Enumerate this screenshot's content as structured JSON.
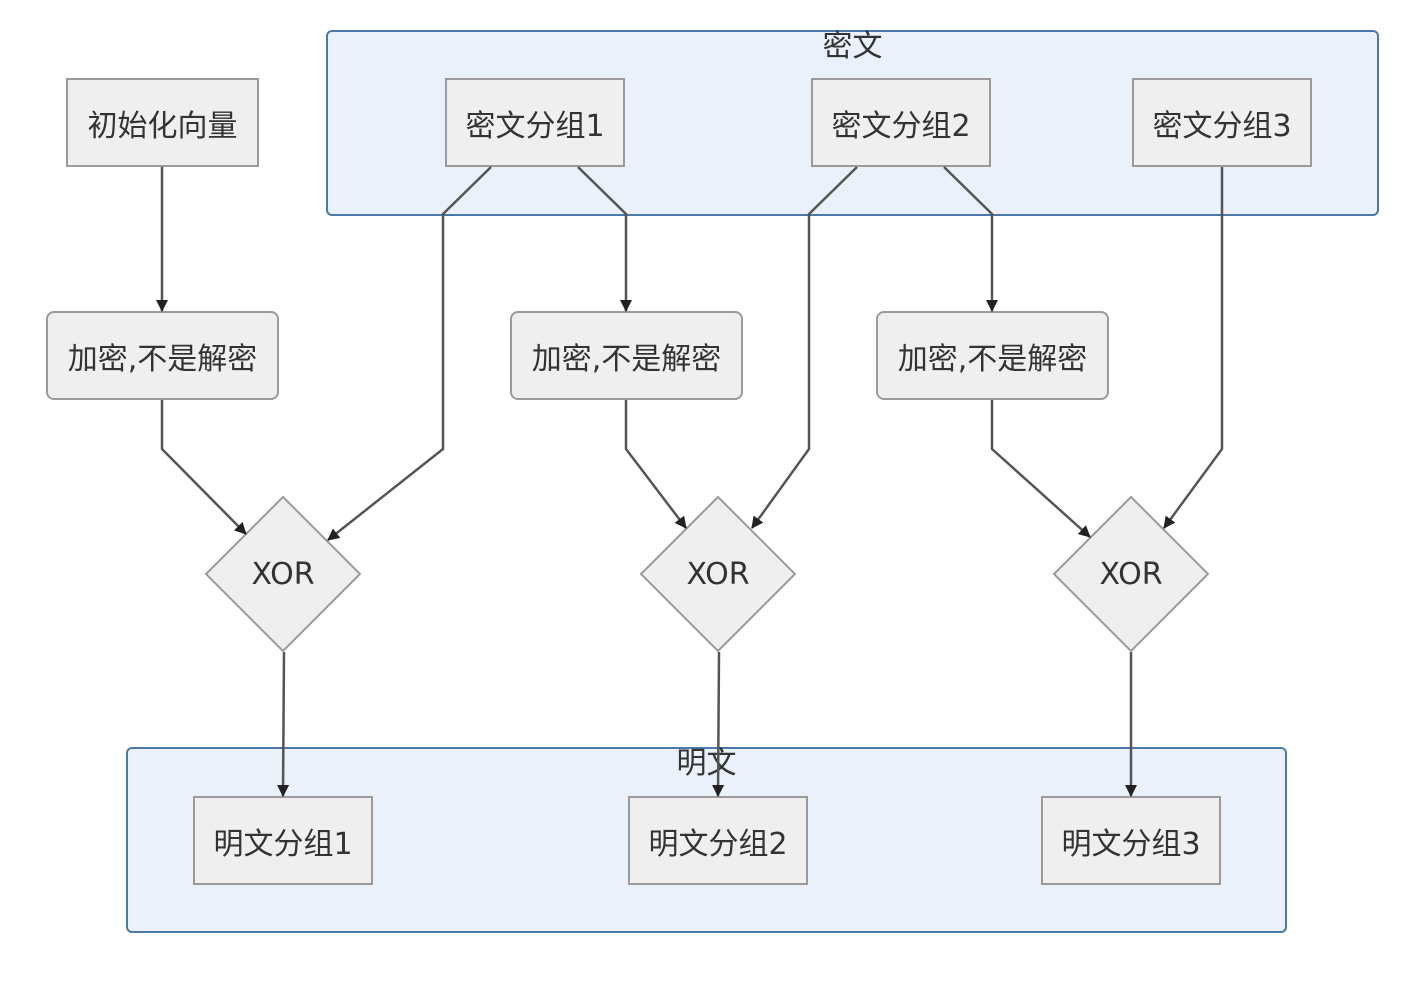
{
  "clusters": {
    "ciphertext_title": "密文",
    "plaintext_title": "明文"
  },
  "nodes": {
    "iv": "初始化向量",
    "cipher1": "密文分组1",
    "cipher2": "密文分组2",
    "cipher3": "密文分组3",
    "enc1": "加密,不是解密",
    "enc2": "加密,不是解密",
    "enc3": "加密,不是解密",
    "xor1": "XOR",
    "xor2": "XOR",
    "xor3": "XOR",
    "plain1": "明文分组1",
    "plain2": "明文分组2",
    "plain3": "明文分组3"
  },
  "colors": {
    "cluster_fill": "#eaf1fa",
    "cluster_border": "#4a78a8",
    "node_fill": "#efefef",
    "node_border": "#9a9a9a",
    "edge": "#555555",
    "text": "#333333"
  }
}
